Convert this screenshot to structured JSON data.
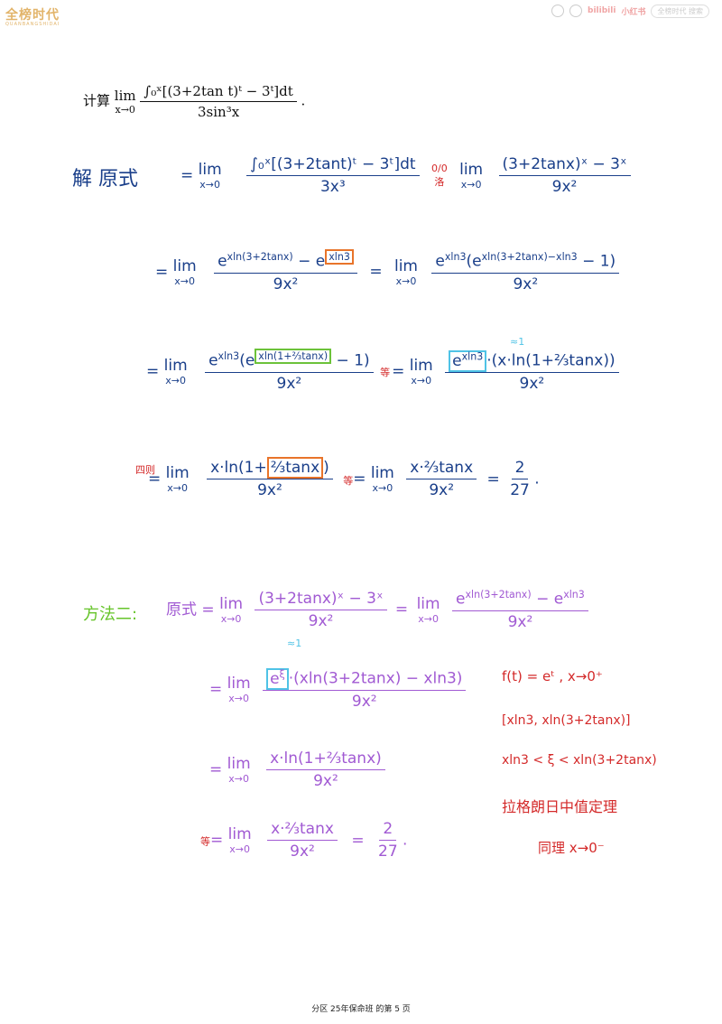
{
  "watermark": {
    "brand": "全榜时代",
    "sub": "QUANBANGSHIDAI",
    "platforms": [
      "bilibili",
      "小红书"
    ],
    "search_hint": "全榜时代 搜索"
  },
  "problem": {
    "prefix": "计算",
    "lim": "lim",
    "lim_sub": "x→0",
    "numerator": "∫₀ˣ[(3+2tan t)ᵗ − 3ᵗ]dt",
    "denominator": "3sin³x",
    "period": "."
  },
  "solution1": {
    "label": "解 原式",
    "step1": {
      "eq": "=",
      "lim": "lim",
      "lim_sub": "x→0",
      "num": "∫₀ˣ[(3+2tant)ᵗ − 3ᵗ]dt",
      "den": "3x³",
      "rule_top": "0/0",
      "rule_bottom": "洛",
      "num2": "(3+2tanx)ˣ − 3ˣ",
      "den2": "9x²"
    },
    "step2": {
      "num_a": "e",
      "num_a_sup": "xln(3+2tanx)",
      "minus": "−",
      "num_b": "e",
      "num_b_sup": "xln3",
      "den": "9x²",
      "num2_e": "e",
      "num2_e_sup": "xln3",
      "num2_inner": "(e",
      "num2_inner_sup": "xln(3+2tanx)−xln3",
      "num2_tail": "− 1)",
      "den2": "9x²"
    },
    "step3": {
      "num_e": "e",
      "num_e_sup": "xln3",
      "num_inner": "(e",
      "num_inner_sup": "xln(1+⅔tanx)",
      "num_tail": "− 1)",
      "den": "9x²",
      "eq_note": "等",
      "num2_e_sup": "xln3",
      "num2_tail": "·(x·ln(1+⅔tanx))",
      "approx_mark": "≈1",
      "den2": "9x²"
    },
    "step4": {
      "note": "四则",
      "num": "x·ln(1+",
      "num_box": "⅔tanx",
      "num_end": ")",
      "den": "9x²",
      "eq_note": "等",
      "num2": "x·⅔tanx",
      "den2": "9x²",
      "result_num": "2",
      "result_den": "27",
      "period": "."
    }
  },
  "solution2": {
    "label": "方法二:",
    "step1": {
      "lhs": "原式",
      "num": "(3+2tanx)ˣ − 3ˣ",
      "den": "9x²",
      "num2_a_sup": "xln(3+2tanx)",
      "num2_b_sup": "xln3",
      "den2": "9x²"
    },
    "step2": {
      "approx_mark": "≈1",
      "num_e_sup": "ξ",
      "num_tail": "·(xln(3+2tanx) − xln3)",
      "den": "9x²"
    },
    "step3": {
      "num": "x·ln(1+⅔tanx)",
      "den": "9x²"
    },
    "step4": {
      "eq_note": "等",
      "num": "x·⅔tanx",
      "den": "9x²",
      "result_num": "2",
      "result_den": "27",
      "period": "."
    },
    "notes": [
      "f(t) = eᵗ ,  x→0⁺",
      "[xln3, xln(3+2tanx)]",
      "xln3 < ξ < xln(3+2tanx)",
      "拉格朗日中值定理",
      "同理 x→0⁻"
    ]
  },
  "footer": "分区 25年保命班 的第 5 页"
}
